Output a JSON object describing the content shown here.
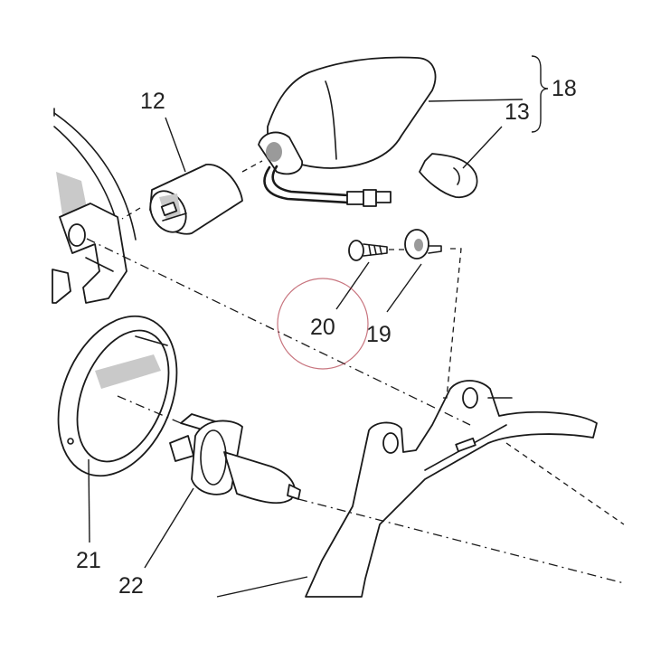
{
  "callouts": {
    "n12": "12",
    "n13": "13",
    "n18": "18",
    "n19": "19",
    "n20": "20",
    "n21": "21",
    "n22": "22"
  },
  "colors": {
    "line": "#1a1a1a",
    "highlight_circle": "#b03a48",
    "label": "#222222"
  }
}
